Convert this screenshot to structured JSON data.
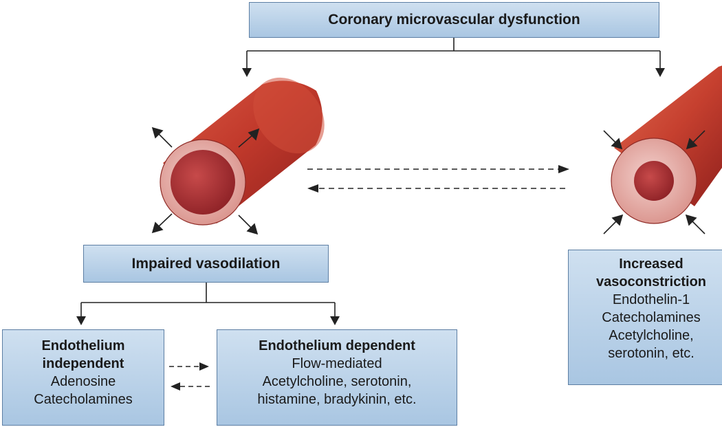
{
  "diagram": {
    "top_box": {
      "label": "Coronary microvascular dysfunction"
    },
    "impaired_box": {
      "label": "Impaired vasodilation"
    },
    "independent_box": {
      "title_lines": [
        "Endothelium",
        "independent"
      ],
      "items": [
        "Adenosine",
        "Catecholamines"
      ]
    },
    "dependent_box": {
      "title": "Endothelium dependent",
      "items": [
        "Flow-mediated",
        "Acetylcholine, serotonin,",
        "histamine, bradykinin, etc."
      ]
    },
    "vasoconstriction_box": {
      "title_lines": [
        "Increased",
        "vasoconstriction"
      ],
      "items": [
        "Endothelin-1",
        "Catecholamines",
        "Acetylcholine,",
        "serotonin, etc."
      ]
    },
    "colors": {
      "box_fill": "#b7d0e8",
      "box_border": "#5c7ea3",
      "vessel_red": "#c0392b",
      "vessel_wall": "#e8b5b0",
      "lumen": "#a32a2e",
      "line": "#222222"
    }
  }
}
